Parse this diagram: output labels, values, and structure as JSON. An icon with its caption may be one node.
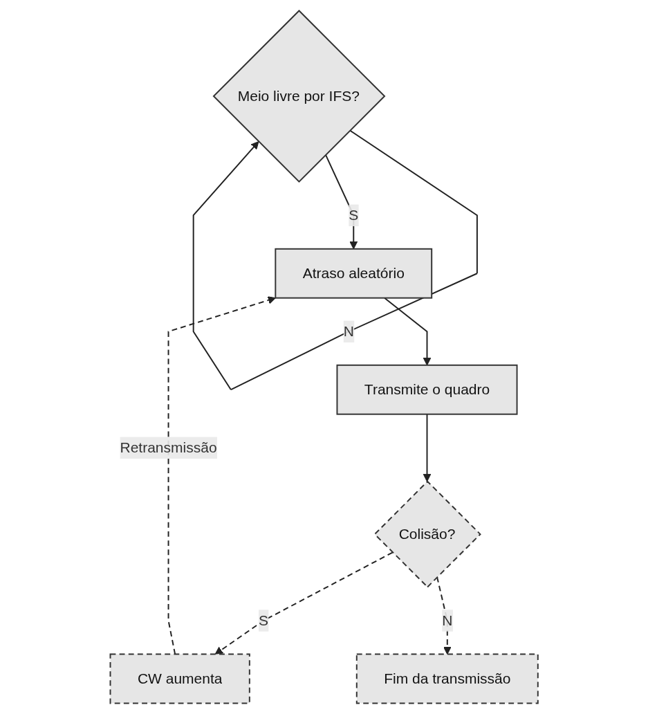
{
  "diagram": {
    "nodes": [
      {
        "text": [
          "Meio livre por IFS?"
        ]
      },
      {
        "text": [
          "Atraso aleatório"
        ]
      },
      {
        "text": [
          "Transmite o quadro"
        ]
      },
      {
        "text": [
          "Colisão?"
        ]
      },
      {
        "text": [
          "CW aumenta"
        ]
      },
      {
        "text": [
          "Fim da transmissão"
        ]
      }
    ],
    "edges": [
      {
        "from": 0,
        "to": 0,
        "label": "N",
        "arrow": "to"
      },
      {
        "from": 0,
        "to": 1,
        "label": "S",
        "arrow": "to"
      },
      {
        "from": 1,
        "to": 2,
        "arrow": "to"
      },
      {
        "from": 2,
        "to": 3,
        "arrow": "to"
      },
      {
        "from": 3,
        "to": 4,
        "label": "S",
        "arrow": "to",
        "style": "dashed"
      },
      {
        "from": 3,
        "to": 5,
        "label": "N",
        "arrow": "to",
        "style": "dashed"
      },
      {
        "from": 4,
        "to": 1,
        "label": "Retransmissão",
        "arrow": "to",
        "style": "dashed"
      }
    ]
  }
}
